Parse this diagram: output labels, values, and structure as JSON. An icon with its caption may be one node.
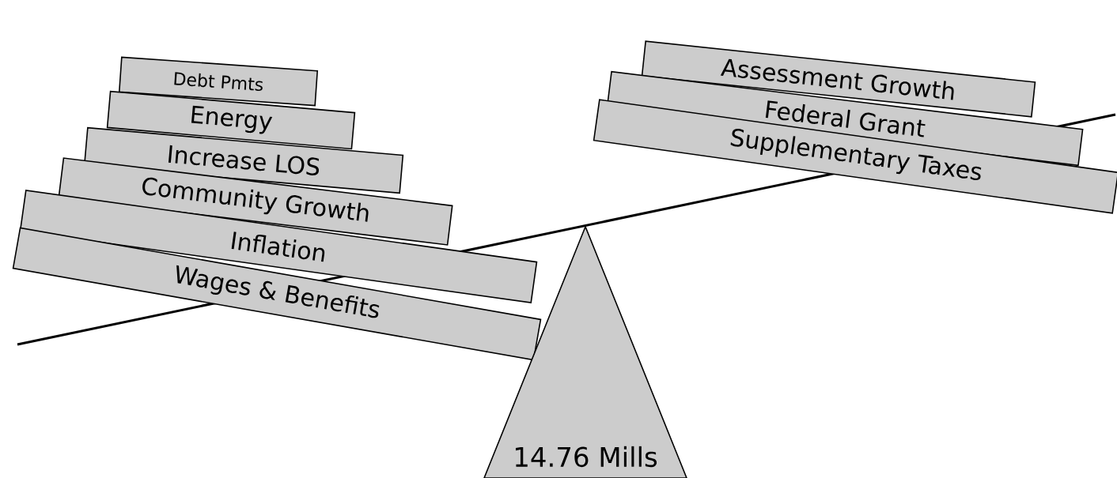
{
  "diagram": {
    "nodes": [
      {
        "text": [
          "Debt Pmts"
        ]
      },
      {
        "text": [
          "Energy"
        ]
      },
      {
        "text": [
          "Increase LOS"
        ]
      },
      {
        "text": [
          "Community Growth"
        ]
      },
      {
        "text": [
          "Inflation"
        ]
      },
      {
        "text": [
          "Wages & Benefits"
        ]
      },
      {
        "text": [
          "Assessment Growth"
        ]
      },
      {
        "text": [
          "Federal Grant"
        ]
      },
      {
        "text": [
          "Supplementary Taxes"
        ]
      },
      {
        "text": [
          "14.76 Mills"
        ]
      }
    ]
  }
}
